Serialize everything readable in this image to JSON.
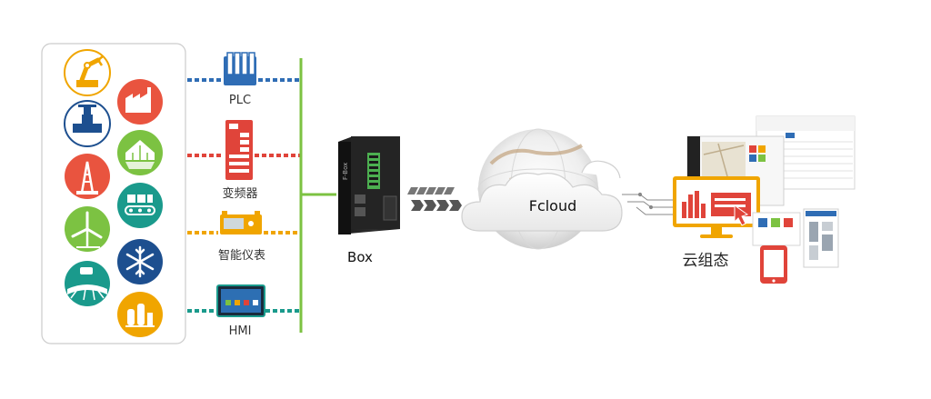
{
  "devices": {
    "plc": "PLC",
    "inverter": "变频器",
    "meter": "智能仪表",
    "hmi": "HMI"
  },
  "box": {
    "label": "Box",
    "device_text": "F-Box"
  },
  "cloud": {
    "label": "Fcloud"
  },
  "scada": {
    "label": "云组态"
  },
  "colors": {
    "plc_line": "#2f6db5",
    "inverter_line": "#e0443a",
    "meter_line": "#f0a500",
    "hmi_line": "#1a9a8c",
    "bus_line": "#7cc242",
    "panel_border": "#cccccc"
  },
  "icons": [
    "robot-arm-icon",
    "factory-icon",
    "valve-icon",
    "greenhouse-icon",
    "oil-rig-icon",
    "conveyor-icon",
    "wind-turbine-icon",
    "snowflake-icon",
    "tractor-field-icon",
    "refinery-icon"
  ]
}
